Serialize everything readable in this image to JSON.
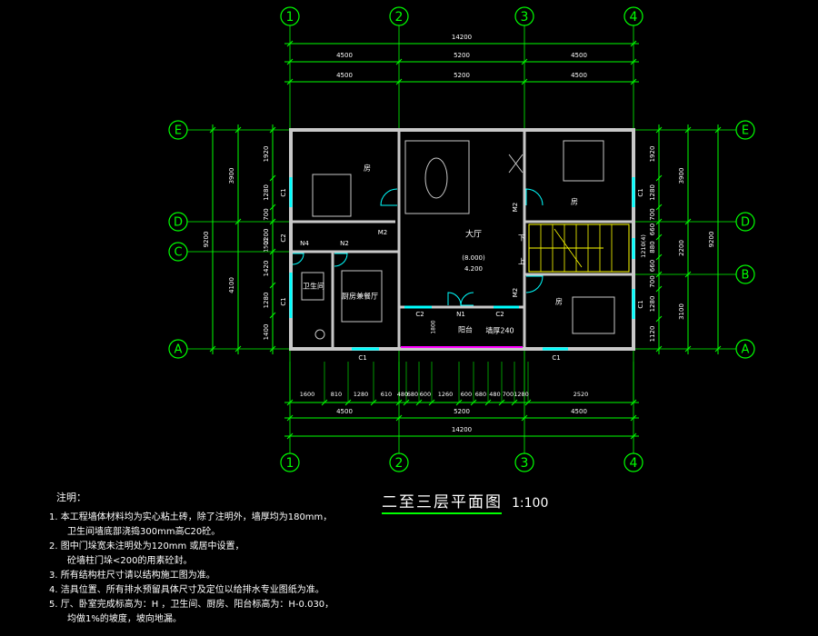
{
  "colors": {
    "background": "#000000",
    "dimension_line": "#00ff00",
    "wall": "#c8c8c8",
    "text": "#ffffff",
    "window": "#00ffff",
    "axis_bubble": "#00ff00",
    "stair": "#ffff00",
    "balcony_edge": "#ff00ff"
  },
  "axes": {
    "columns": [
      "1",
      "2",
      "3",
      "4"
    ],
    "rows": [
      "E",
      "D",
      "C",
      "B",
      "A"
    ]
  },
  "dims": {
    "top_total": "14200",
    "top_row1": [
      "4500",
      "5200",
      "4500"
    ],
    "top_row2": [
      "4500",
      "5200",
      "4500"
    ],
    "bottom_detail": [
      "1600",
      "810",
      "1280",
      "610",
      "480",
      "680",
      "600",
      "1260",
      "600",
      "680",
      "480",
      "700",
      "1280",
      "2520"
    ],
    "bottom_row2": [
      "4500",
      "5200",
      "4500"
    ],
    "bottom_total": "14200",
    "left_detail": [
      "1920",
      "1280",
      "700",
      "1200",
      "1420",
      "1280",
      "1400"
    ],
    "left_mid": [
      "3900",
      "4100"
    ],
    "left_total": "9200",
    "left_extra": "1500",
    "right_detail": [
      "1920",
      "1280",
      "700",
      "660",
      "880",
      "660",
      "700",
      "1280",
      "1120"
    ],
    "right_mid": [
      "3900",
      "2200",
      "3100"
    ],
    "right_total": "9200",
    "right_stair": "1210(4)"
  },
  "rooms": {
    "bedroom_nw": "房",
    "bedroom_ne": "房",
    "bedroom_se": "房",
    "hall": "大厅",
    "bath": "卫生间",
    "kitchen": "厨房兼餐厅",
    "balcony": "阳台",
    "wall_note": "墙厚240"
  },
  "levels": {
    "lv1": "(8.000)",
    "lv2": "4.200"
  },
  "stair": {
    "down": "下",
    "up": "上"
  },
  "labels": {
    "M2": "M2",
    "N1": "N1",
    "N2": "N2",
    "N4": "N4",
    "C1": "C1",
    "C2": "C2",
    "dim_1800": "1800"
  },
  "notes": {
    "title": "注明：",
    "lines": [
      "1.  本工程墙体材料均为实心粘土砖，除了注明外，墙厚均为180mm，",
      "卫生间墙底部浇捣300mm高C20砼。",
      "2.  图中门垛宽未注明处为120mm  或居中设置，",
      "砼墙柱门垛<200的用素砼封。",
      "3.  所有结构柱尺寸请以结构施工图为准。",
      "4.  洁具位置、所有排水预留具体尺寸及定位以给排水专业图纸为准。",
      "5.  厅、卧室完成标高为：H  ，卫生间、厨房、阳台标高为：H-0.030，",
      "均做1%的坡度，坡向地漏。"
    ]
  },
  "title": {
    "text": "二至三层平面图",
    "scale": "1:100"
  }
}
